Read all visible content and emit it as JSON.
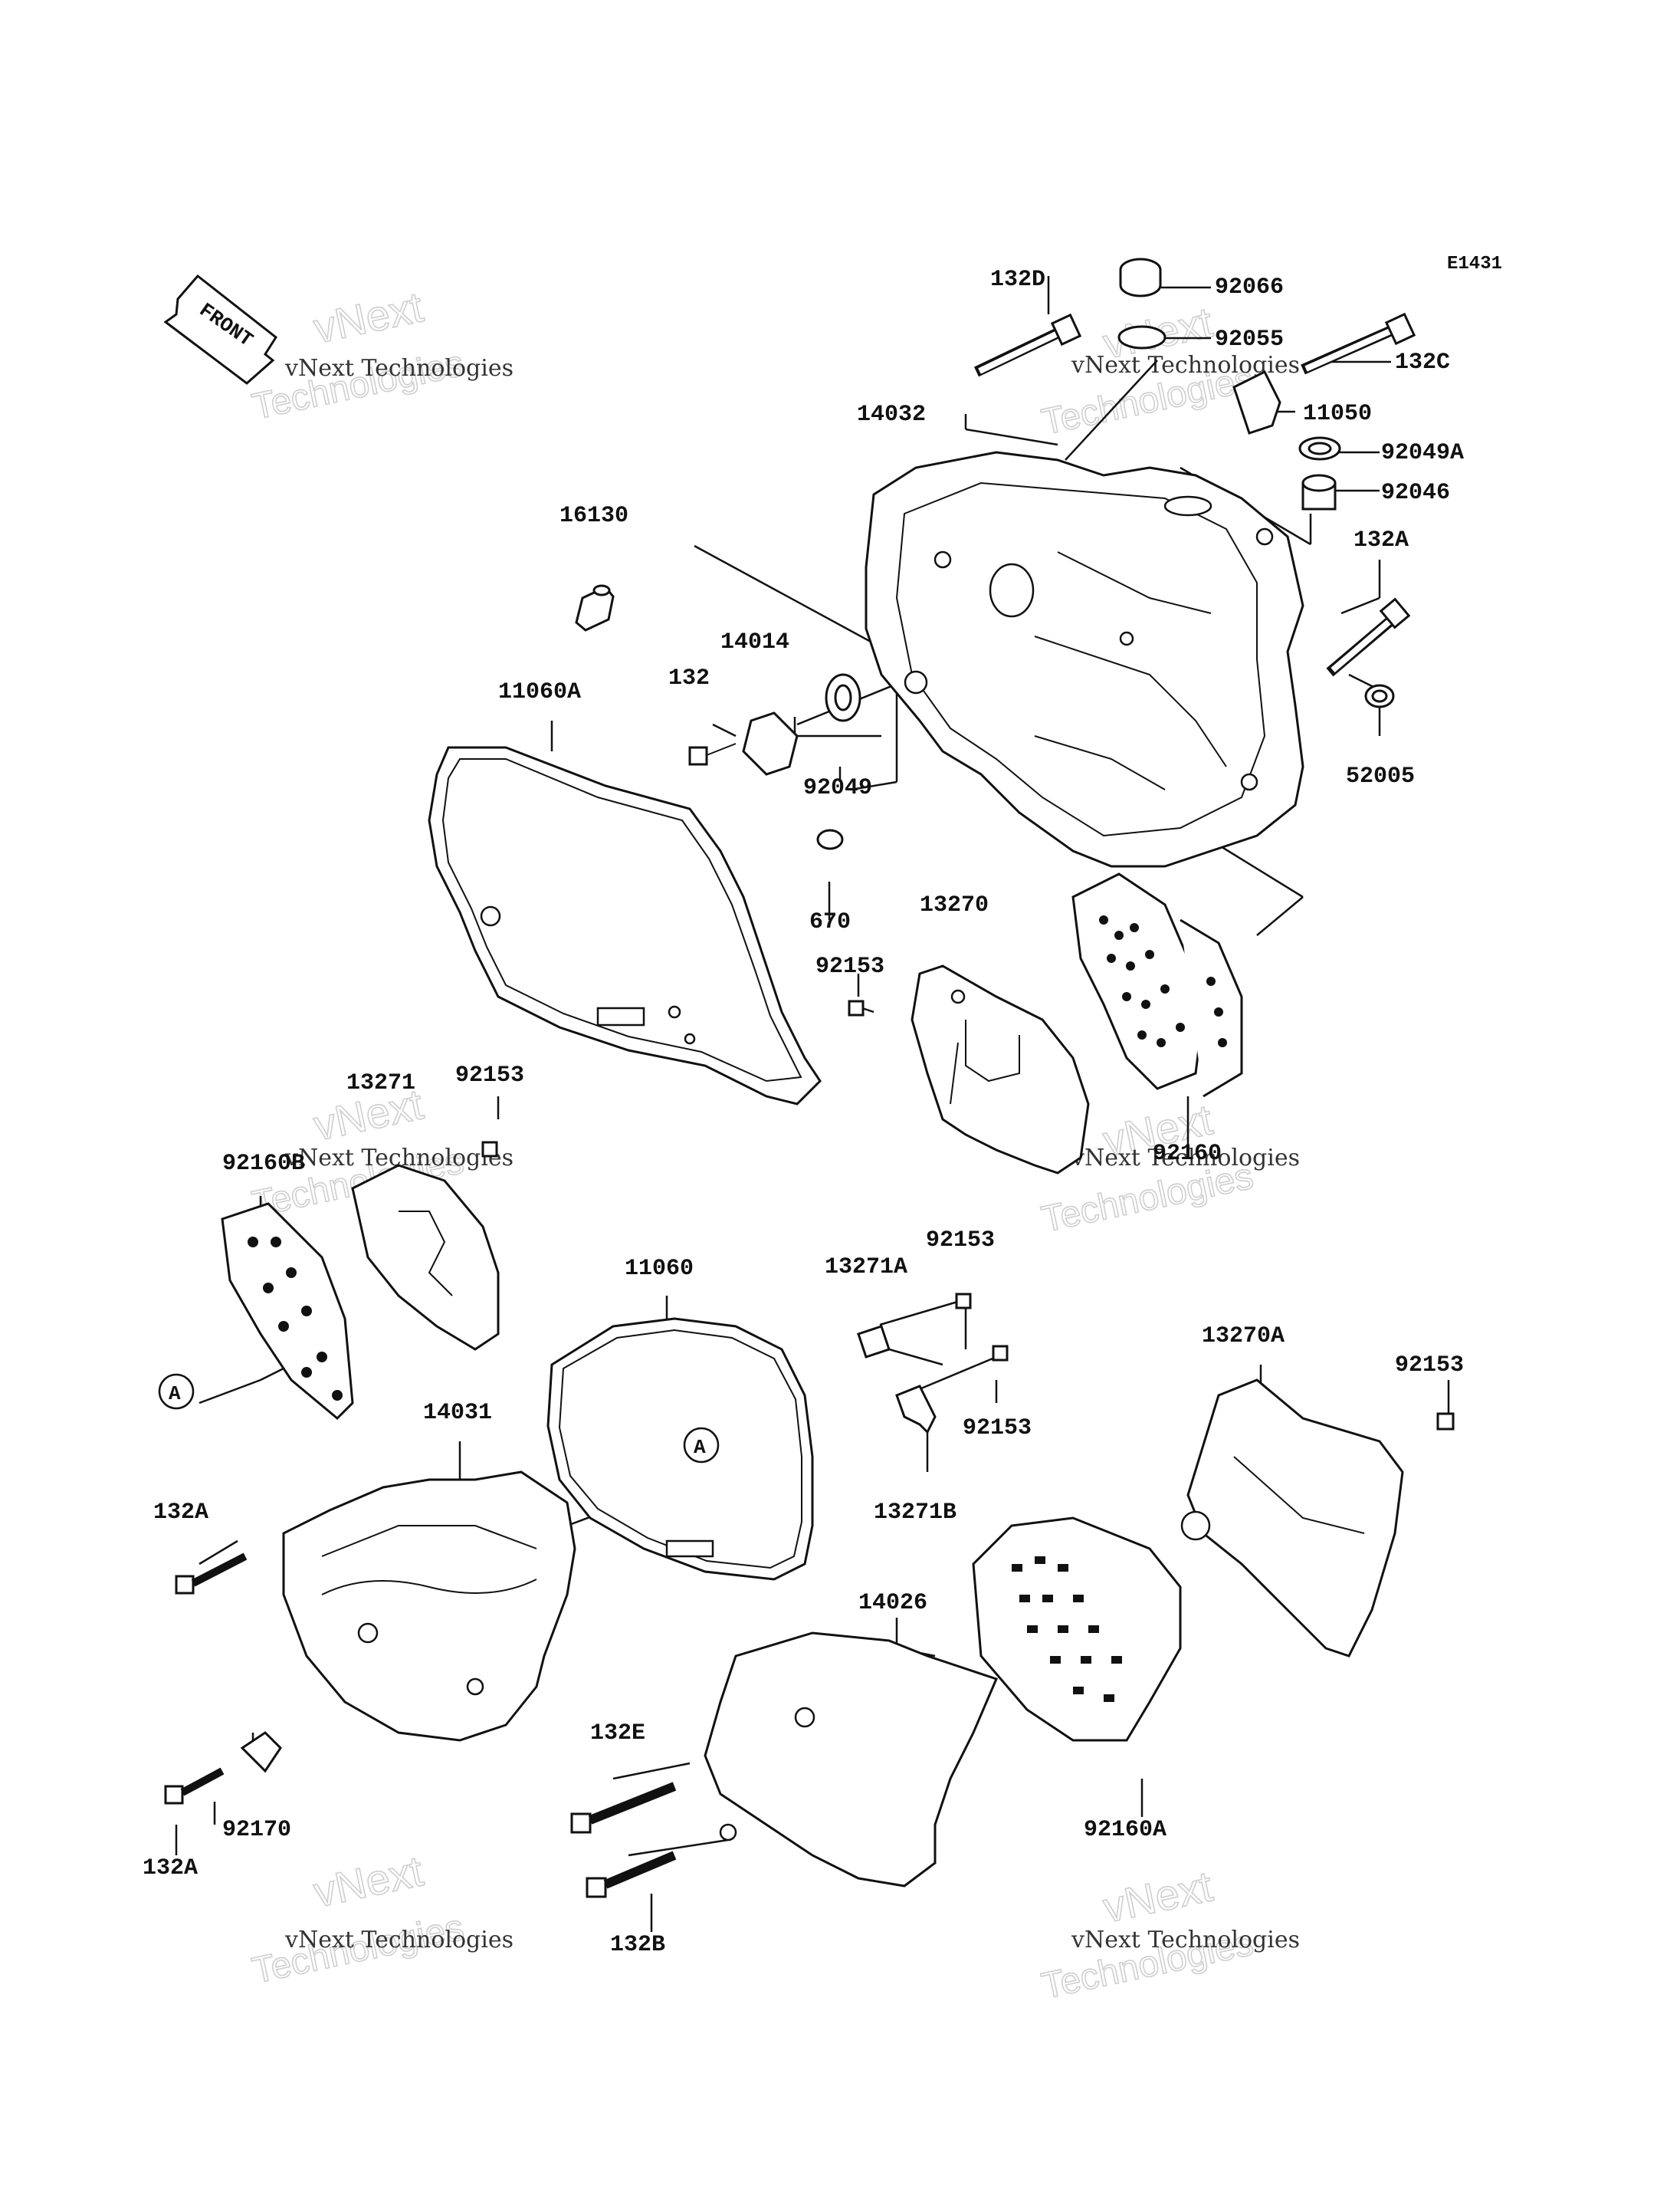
{
  "diagram_code": "E1431",
  "front_label": "FRONT",
  "watermark": {
    "company": "vNext Technologies",
    "word1": "vNext",
    "word2": "Technologies"
  },
  "parts": [
    "92066",
    "132D",
    "92055",
    "132C",
    "11050",
    "14032",
    "92049A",
    "92046",
    "16130",
    "132A",
    "14014",
    "11060A",
    "132",
    "92049",
    "52005",
    "670",
    "13270",
    "92153",
    "92160",
    "13271",
    "92153",
    "92160B",
    "11060",
    "92153",
    "13271A",
    "A",
    "13270A",
    "92153",
    "14031",
    "92153",
    "A",
    "132A",
    "13271B",
    "14026",
    "132E",
    "92170",
    "132A",
    "92160A",
    "132B"
  ]
}
